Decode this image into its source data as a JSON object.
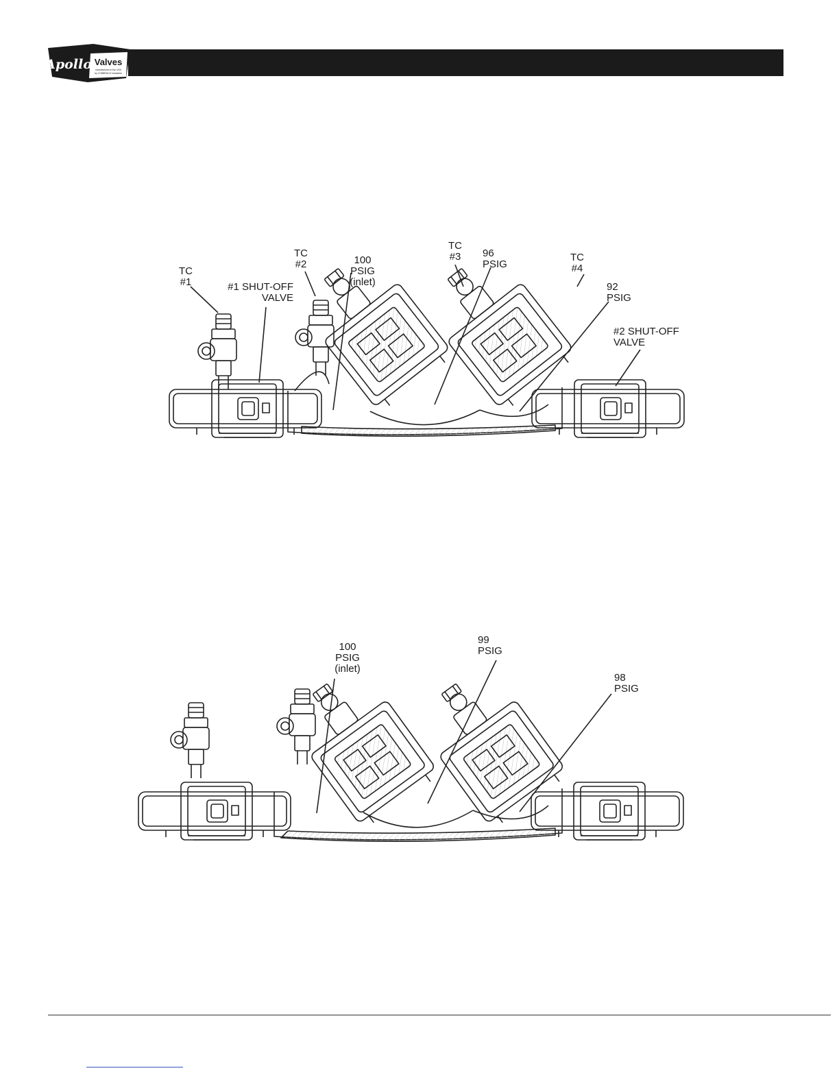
{
  "logo": {
    "brand": "Apollo",
    "word": "Valves",
    "tagline": "manufactured in the USA",
    "subline": "by CONBRACO Industries"
  },
  "diagram1": {
    "tc1": "TC\n#1",
    "tc2": "TC\n#2",
    "tc3": "TC\n#3",
    "tc4": "TC\n#4",
    "valve1": "#1 SHUT-OFF\nVALVE",
    "valve2": "#2 SHUT-OFF\nVALVE",
    "p_inlet": "100\nPSIG\n(inlet)",
    "p_mid": "96\nPSIG",
    "p_out": "92\nPSIG"
  },
  "diagram2": {
    "p_inlet": "100\nPSIG\n(inlet)",
    "p_mid": "99\nPSIG",
    "p_out": "98\nPSIG"
  }
}
